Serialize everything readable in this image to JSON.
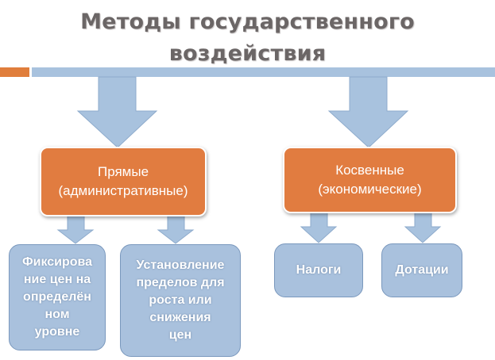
{
  "title": {
    "line1": "Методы государственного",
    "line2": "воздействия"
  },
  "nodes": {
    "direct": {
      "line1": "Прямые",
      "line2": "(административные)"
    },
    "indirect": {
      "line1": "Косвенные",
      "line2": "(экономические)"
    },
    "fix_prices": {
      "lines": [
        "Фиксирова",
        "ние цен на",
        "определён",
        "ном",
        "уровне"
      ]
    },
    "price_limits": {
      "lines": [
        "Установление",
        "пределов для",
        "роста или",
        "снижения",
        "цен"
      ]
    },
    "taxes": {
      "label": "Налоги"
    },
    "subsidies": {
      "label": "Дотации"
    }
  },
  "colors": {
    "orange": "#e17c40",
    "blue": "#a9c1dd",
    "arrow": "#a8c2de",
    "title": "#6b6666"
  }
}
